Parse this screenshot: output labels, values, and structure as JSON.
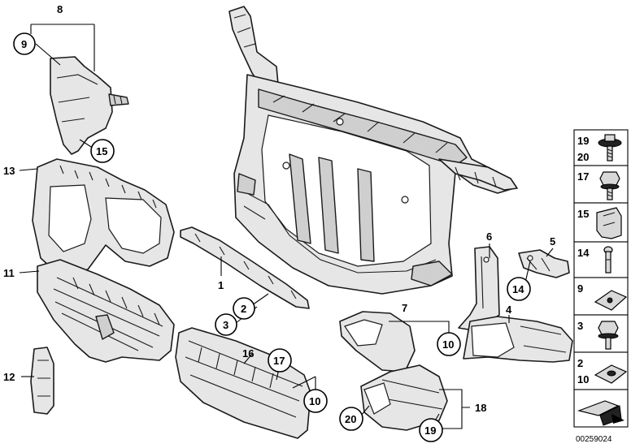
{
  "callouts": {
    "c1": "1",
    "c2": "2",
    "c3": "3",
    "c4": "4",
    "c5": "5",
    "c6": "6",
    "c7": "7",
    "c8": "8",
    "c9": "9",
    "c10a": "10",
    "c10b": "10",
    "c11": "11",
    "c12": "12",
    "c13": "13",
    "c14": "14",
    "c15": "15",
    "c16": "16",
    "c17": "17",
    "c18": "18",
    "c19": "19",
    "c20": "20"
  },
  "legend": [
    {
      "top": "19",
      "bottom": "20",
      "icon": "flange-bolt-icon"
    },
    {
      "top": "17",
      "bottom": "",
      "icon": "hex-bolt-icon"
    },
    {
      "top": "15",
      "bottom": "",
      "icon": "spring-clip-icon"
    },
    {
      "top": "14",
      "bottom": "",
      "icon": "expanding-rivet-icon"
    },
    {
      "top": "9",
      "bottom": "",
      "icon": "clip-nut-icon"
    },
    {
      "top": "3",
      "bottom": "",
      "icon": "collar-screw-icon"
    },
    {
      "top": "2",
      "bottom": "10",
      "icon": "sheet-nut-icon"
    },
    {
      "top": "",
      "bottom": "",
      "icon": "direction-arrow-icon"
    }
  ],
  "document_id": "00259024"
}
